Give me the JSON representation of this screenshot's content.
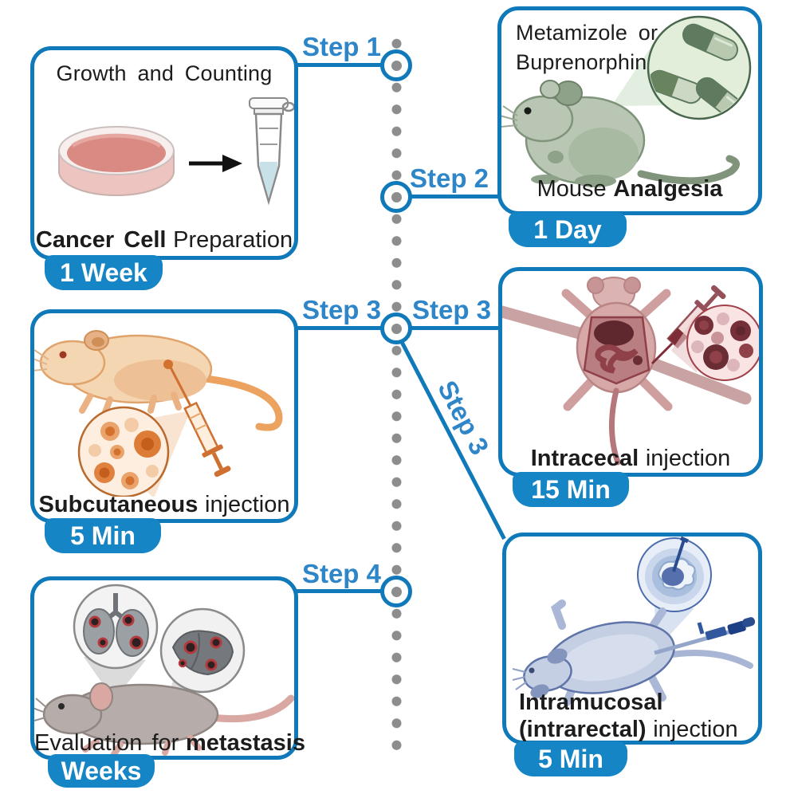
{
  "steps": {
    "step1": "Step 1",
    "step2": "Step 2",
    "step3_left": "Step 3",
    "step3_right": "Step 3",
    "step3_diagonal": "Step 3",
    "step4": "Step 4"
  },
  "panels": {
    "preparation": {
      "title": "Growth and Counting",
      "caption_bold": "Cancer Cell",
      "caption_regular": "Preparation",
      "duration": "1 Week"
    },
    "analgesia": {
      "title_line1": "Metamizole or",
      "title_line2": "Buprenorphin",
      "caption_regular": "Mouse",
      "caption_bold": "Analgesia",
      "duration": "1 Day"
    },
    "subcutaneous": {
      "caption_bold": "Subcutaneous",
      "caption_regular": "injection",
      "duration": "5 Min"
    },
    "intracecal": {
      "caption_bold": "Intracecal",
      "caption_regular": "injection",
      "duration": "15 Min"
    },
    "intramucosal": {
      "caption_line1_bold": "Intramucosal",
      "caption_line2_bold": "(intrarectal)",
      "caption_line2_regular": "injection",
      "duration": "5 Min"
    },
    "metastasis": {
      "caption_regular": "Evaluation for",
      "caption_bold": "metastasis",
      "duration": "Weeks"
    }
  },
  "colors": {
    "accent_blue": "#0f79ba",
    "badge_blue": "#1585c5",
    "step_label_blue": "#2e86c8",
    "timeline_dot_gray": "#8d8d8d"
  }
}
